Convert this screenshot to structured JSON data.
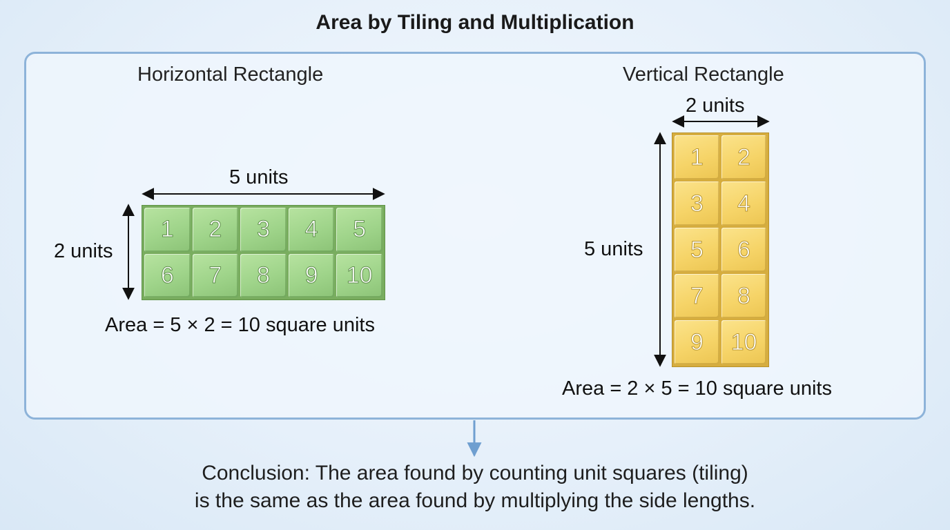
{
  "title": "Area by Tiling and Multiplication",
  "horizontal": {
    "subtitle": "Horizontal Rectangle",
    "width_label": "5 units",
    "height_label": "2 units",
    "tiles": [
      "1",
      "2",
      "3",
      "4",
      "5",
      "6",
      "7",
      "8",
      "9",
      "10"
    ],
    "formula": "Area = 5 × 2 = 10 square units",
    "color": "#9fd48a"
  },
  "vertical": {
    "subtitle": "Vertical Rectangle",
    "width_label": "2 units",
    "height_label": "5 units",
    "tiles": [
      "1",
      "2",
      "3",
      "4",
      "5",
      "6",
      "7",
      "8",
      "9",
      "10"
    ],
    "formula": "Area = 2 × 5 = 10 square units",
    "color": "#f6d468"
  },
  "conclusion": {
    "line1": "Conclusion: The area found by counting unit squares (tiling)",
    "line2": "is the same as the area found by multiplying the side lengths."
  },
  "colors": {
    "panel_border": "#8db3d9",
    "connector": "#6f9fd0"
  }
}
